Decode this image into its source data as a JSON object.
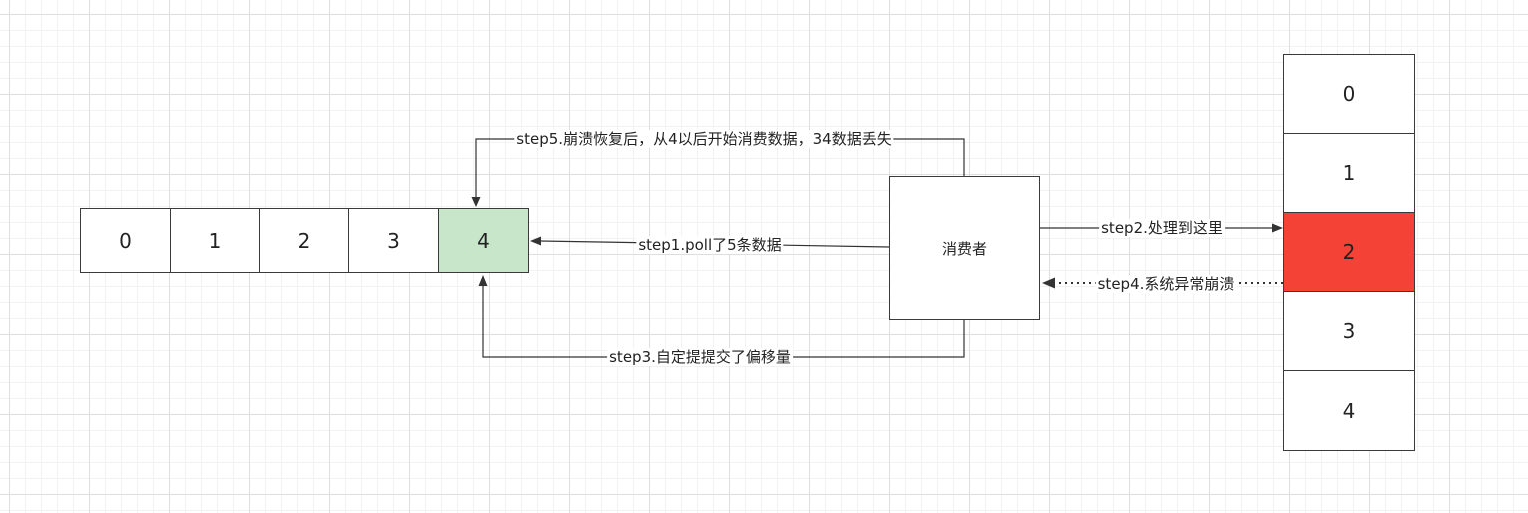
{
  "left_queue": {
    "cells": [
      "0",
      "1",
      "2",
      "3",
      "4"
    ],
    "highlight_index": 4,
    "highlight_color": "#c8e6c9"
  },
  "right_queue": {
    "cells": [
      "0",
      "1",
      "2",
      "3",
      "4"
    ],
    "highlight_index": 2,
    "highlight_color": "#f44336"
  },
  "consumer": {
    "label": "消费者"
  },
  "edges": {
    "step1": "step1.poll了5条数据",
    "step2": "step2.处理到这里",
    "step3": "step3.自定提提交了偏移量",
    "step4": "step4.系统异常崩溃",
    "step5": "step5.崩溃恢复后，从4以后开始消费数据，34数据丢失"
  },
  "colors": {
    "line": "#333333",
    "border": "#3a3a3a"
  }
}
